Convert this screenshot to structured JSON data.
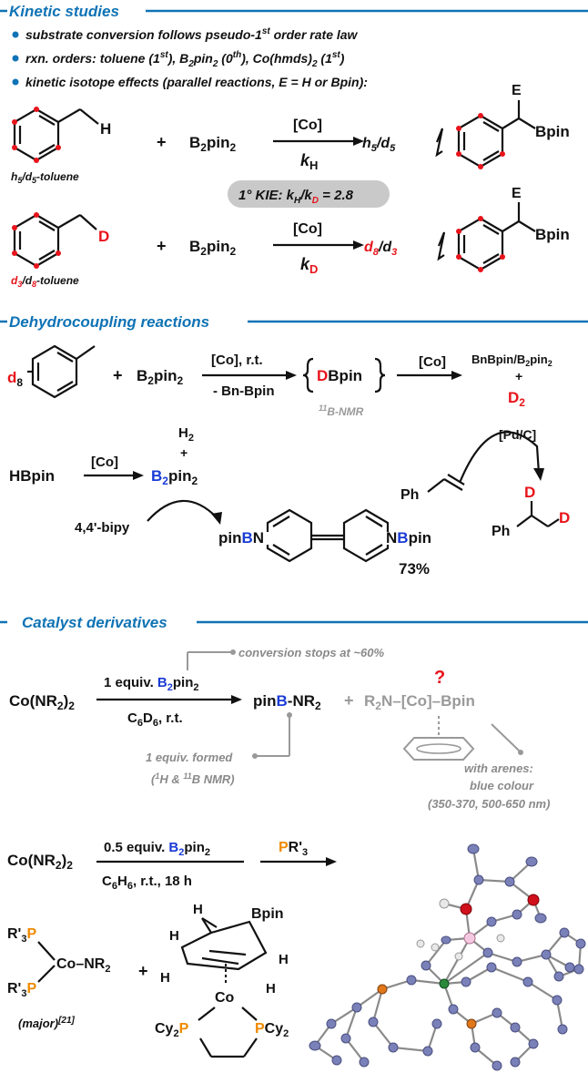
{
  "colors": {
    "header": "#0f73b5",
    "red": "#e8141b",
    "blue": "#1a3bd6",
    "orange": "#f08a00",
    "grey": "#9a9a9a"
  },
  "kinetic": {
    "title": "Kinetic studies",
    "b1": "substrate conversion follows pseudo-1",
    "b1_sup": "st",
    "b1_end": " order rate law",
    "b2": "rxn. orders:  toluene (1",
    "b2_sup1": "st",
    "b2_mid1": "), B",
    "b2_sub": "2",
    "b2_mid2": "pin",
    "b2_sub2": "2",
    "b2_mid3": " (0",
    "b2_sup2": "th",
    "b2_mid4": "), Co(hmds)",
    "b2_sub3": "2",
    "b2_mid5": " (1",
    "b2_sup3": "st",
    "b2_end": ")",
    "b3": "kinetic isotope effects (parallel reactions, E = H or Bpin):",
    "h_label": "H",
    "plus": "+",
    "b2pin2_b": "B",
    "b2pin2_2a": "2",
    "b2pin2_pin": "pin",
    "b2pin2_2b": "2",
    "co": "[Co]",
    "kH_k": "k",
    "kH_sub": "H",
    "kD_k": "k",
    "kD_sub": "D",
    "prod_h5": "h",
    "prod_5a": "5",
    "prod_slash": "/d",
    "prod_5b": "5",
    "E": "E",
    "Bpin": "Bpin",
    "tol1_h": "h",
    "tol1_5": "5",
    "tol1_sl": "/d",
    "tol1_5b": "5",
    "tol1_end": "-toluene",
    "kie_pre": "1° KIE: k",
    "kie_H": "H",
    "kie_sl": "/k",
    "kie_D": "D",
    "kie_end": " = 2.8",
    "D": "D",
    "tol2_d": "d",
    "tol2_3": "3",
    "tol2_sl": "/d",
    "tol2_8": "8",
    "tol2_end": "-toluene",
    "prod2_d": "d",
    "prod2_8": "8",
    "prod2_sl": "/d",
    "prod2_3": "3"
  },
  "dehydro": {
    "title": "Dehydrocoupling reactions",
    "d8": "d",
    "d8_sub": "8",
    "plus": "+",
    "reag_top": "[Co], r.t.",
    "reag_bot": "- Bn-Bpin",
    "dbpin_D": "D",
    "dbpin_rest": "Bpin",
    "nmr_sup": "11",
    "nmr": "B-NMR",
    "co": "[Co]",
    "bnbpin": "BnBpin/B",
    "bnbpin_2a": "2",
    "bnbpin_pin": "pin",
    "bnbpin_2b": "2",
    "plus2": "+",
    "D2": "D",
    "D2_sub": "2",
    "pdc": "[Pd/C]",
    "Ph": "Ph",
    "hbpin": "HBpin",
    "co2": "[Co]",
    "H2": "H",
    "H2_sub": "2",
    "plus3": "+",
    "B2": "B",
    "B2_sub": "2",
    "B2_pin": "pin",
    "B2_sub2": "2",
    "bipy": "4,4'-bipy",
    "pinB_pin": "pin",
    "pinB_B": "B",
    "pinB_N": "N",
    "NB_N": "N",
    "NB_B": "B",
    "NB_pin": "pin",
    "yield": "73%",
    "D_a": "D",
    "D_b": "D",
    "Ph2": "Ph"
  },
  "catalyst": {
    "title": "Catalyst derivatives",
    "conv": "conversion stops at ~60%",
    "co_nr2": "Co(NR",
    "co_nr2_sub": "2",
    "co_nr2_end": ")",
    "co_nr2_sub2": "2",
    "r1_top": "1 equiv. ",
    "r1_B": "B",
    "r1_2": "2",
    "r1_pin": "pin",
    "r1_2b": "2",
    "r1_bot": "C",
    "r1_6a": "6",
    "r1_D": "D",
    "r1_6b": "6",
    "r1_rt": ", r.t.",
    "pinBNR2_pin": "pin",
    "pinBNR2_B": "B",
    "pinBNR2_NR": "-NR",
    "pinBNR2_2": "2",
    "plus": "+",
    "grey_R2N": "R",
    "grey_2": "2",
    "grey_rest": "N–[Co]–Bpin",
    "question": "?",
    "formed1": "1 equiv. formed",
    "formed2_open": "(",
    "formed2_1": "1",
    "formed2_H": "H & ",
    "formed2_11": "11",
    "formed2_B": "B NMR)",
    "arenes1": "with arenes:",
    "arenes2": "blue colour",
    "arenes3": "(350-370, 500-650 nm)",
    "r2_top": "0.5 equiv. ",
    "r2_B": "B",
    "r2_2": "2",
    "r2_pin": "pin",
    "r2_2b": "2",
    "r2_bot": "C",
    "r2_6a": "6",
    "r2_H": "H",
    "r2_6b": "6",
    "r2_rt": ", r.t., 18 h",
    "pr3_P": "P",
    "pr3_R": "R'",
    "pr3_3": "3",
    "R3P_a": "R'",
    "R3P_3a": "3",
    "R3P_Pa": "P",
    "R3P_b": "R'",
    "R3P_3b": "3",
    "R3P_Pb": "P",
    "CoNR2": "Co–NR",
    "CoNR2_2": "2",
    "major": "(major)",
    "major_ref": "[21]",
    "plus2": "+",
    "H": "H",
    "Bpin": "Bpin",
    "Co": "Co",
    "Cy2P_a": "Cy",
    "Cy2P_2a": "2",
    "Cy2P_P": "P",
    "PCy2_P": "P",
    "PCy2_Cy": "Cy",
    "PCy2_2": "2"
  }
}
